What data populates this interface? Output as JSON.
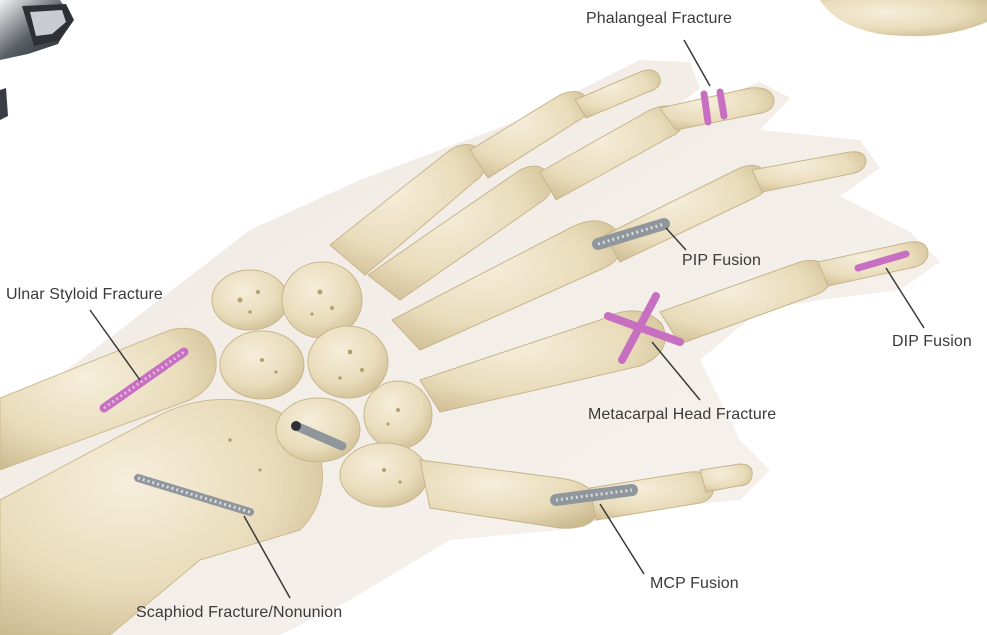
{
  "labels": {
    "phalangeal": "Phalangeal Fracture",
    "pip": "PIP Fusion",
    "dip": "DIP Fusion",
    "ulnar": "Ulnar Styloid Fracture",
    "metacarpal": "Metacarpal Head Fracture",
    "mcp": "MCP Fusion",
    "scaphoid": "Scaphiod Fracture/Nonunion"
  },
  "colors": {
    "bone": "#ece1c2",
    "bone_shadow": "#c9b98f",
    "implant_pink": "#c76fc0",
    "implant_gray": "#8f969c",
    "leader": "#3a3a3a"
  }
}
